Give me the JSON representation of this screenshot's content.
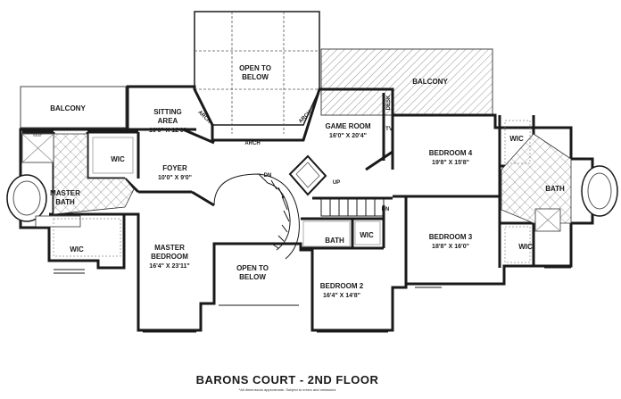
{
  "title": "BARONS COURT - 2ND FLOOR",
  "footnote": "*All dimensions approximate. Subject to errors and omissions",
  "rooms": {
    "open_to_below_top": [
      "OPEN TO",
      "BELOW"
    ],
    "balcony_left": "BALCONY",
    "balcony_right": "BALCONY",
    "sitting_area": "SITTING",
    "sitting_area_2": "AREA",
    "sitting_area_dim": "10'0\" X 12'0\"",
    "arch_1": "ARCH",
    "arch_2": "ARCH",
    "arch_3": "ARCH",
    "game_room": "GAME ROOM",
    "game_room_dim": "16'0\" X 20'4\"",
    "desk": "DESK",
    "tv": "TV",
    "bedroom4": "BEDROOM 4",
    "bedroom4_dim": "19'8\" X 15'8\"",
    "wic_br4": "WIC",
    "bath_right": "BATH",
    "bedroom3": "BEDROOM 3",
    "bedroom3_dim": "18'8\" X 16'0\"",
    "wic_br3": "WIC",
    "seat": "SEAT",
    "wic_master_top": "WIC",
    "master_bath_1": "MASTER",
    "master_bath_2": "BATH",
    "foyer": "FOYER",
    "foyer_dim": "10'0\" X 9'0\"",
    "dn_left": "DN",
    "up": "UP",
    "dn_right": "DN",
    "wic_master_bottom": "WIC",
    "master_bedroom_1": "MASTER",
    "master_bedroom_2": "BEDROOM",
    "master_bedroom_dim": "16'4\" X 23'11\"",
    "open_to_below_center": [
      "OPEN TO",
      "BELOW"
    ],
    "bath_center": "BATH",
    "wic_center": "WIC",
    "bedroom2": "BEDROOM 2",
    "bedroom2_dim": "16'4\" X 14'8\""
  }
}
